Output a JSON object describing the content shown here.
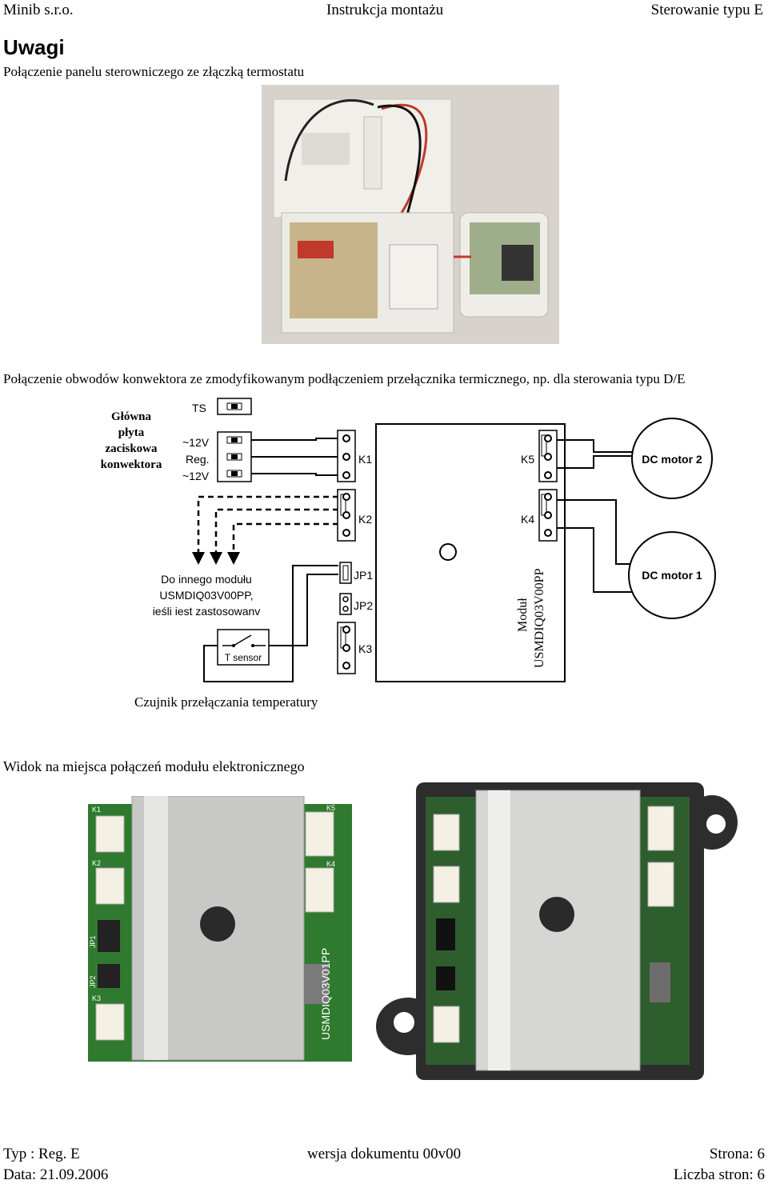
{
  "header": {
    "left": "Minib s.r.o.",
    "center": "Instrukcja montażu",
    "right": "Sterowanie typu E"
  },
  "title": "Uwagi",
  "caption1": "Połączenie panelu sterowniczego ze złączką termostatu",
  "caption2": "Połączenie obwodów konwektora ze zmodyfikowanym podłączeniem przełącznika termicznego, np. dla sterowania typu D/E",
  "diagram": {
    "main_board": [
      "Główna",
      "płyta",
      "zaciskowa",
      "konwektora"
    ],
    "ts": "TS",
    "v12_top": "~12V",
    "reg": "Reg.",
    "v12_bottom": "~12V",
    "k1": "K1",
    "k2": "K2",
    "k3": "K3",
    "k4": "K4",
    "k5": "K5",
    "jp1": "JP1",
    "jp2": "JP2",
    "motor2": "DC motor 2",
    "motor1": "DC motor 1",
    "other_module": [
      "Do innego modułu",
      "USMDIQ03V00PP,",
      "ieśli iest zastosowanv"
    ],
    "t_sensor": "T sensor",
    "module_label": [
      "Moduł",
      "USMDIQ03V00PP"
    ],
    "sensor_caption": "Czujnik przełączania temperatury"
  },
  "caption3": "Widok na miejsca połączeń modułu elektronicznego",
  "board_photo_labels": [
    "K1",
    "K2",
    "JP1",
    "JP2",
    "K3",
    "K5",
    "K4",
    "USMDIQ03V01PP"
  ],
  "footer": {
    "type": "Typ : Reg. E",
    "version": "wersja dokumentu 00v00",
    "page": "Strona: 6",
    "date": "Data: 21.09.2006",
    "pages": "Liczba stron: 6"
  }
}
